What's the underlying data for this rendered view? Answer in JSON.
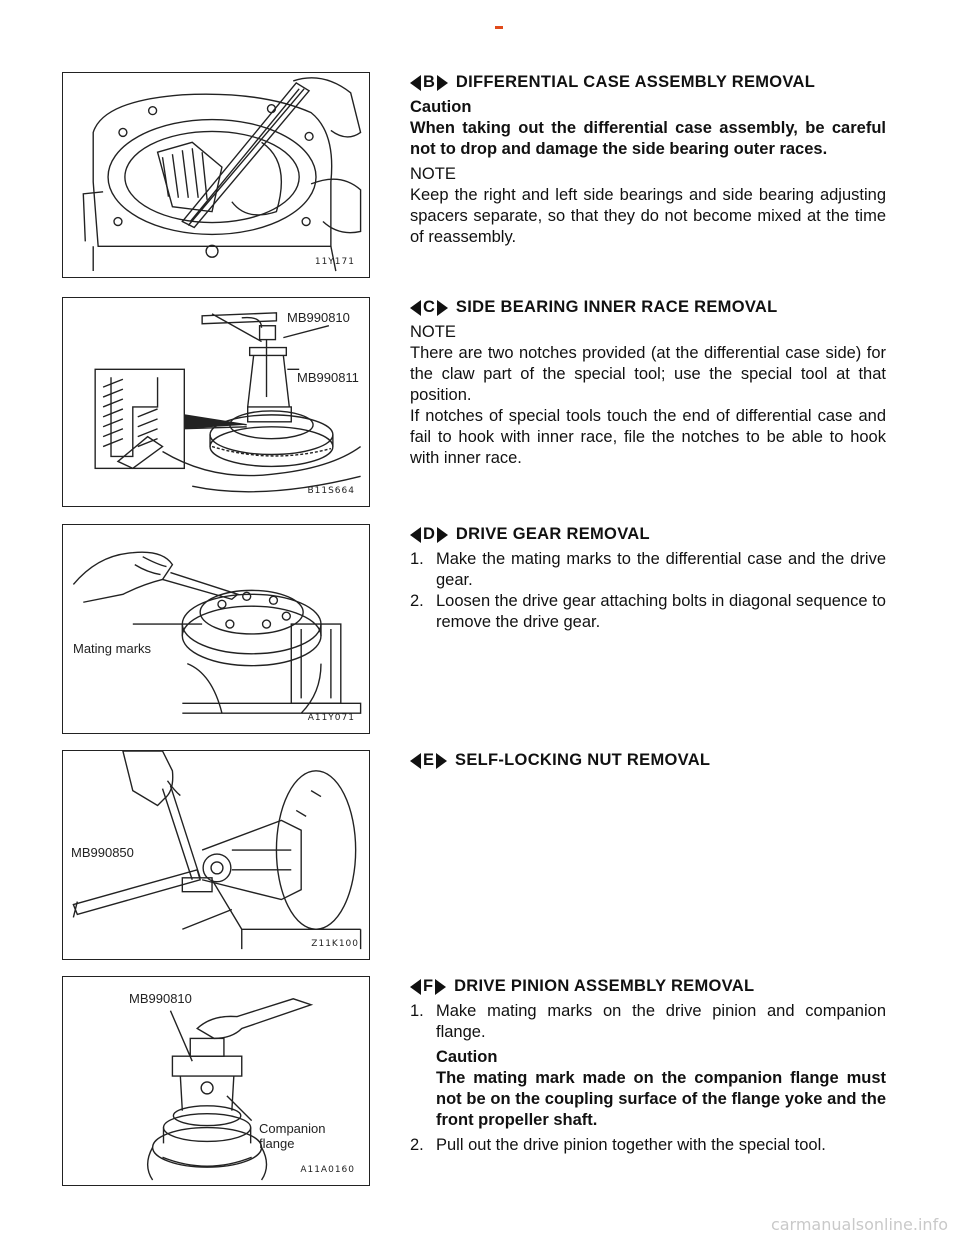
{
  "sections": [
    {
      "letter": "B",
      "title": "DIFFERENTIAL CASE ASSEMBLY REMOVAL",
      "caution_label": "Caution",
      "caution_text": "When taking out the differential case assembly, be careful not to drop and damage the side bearing outer races.",
      "note_label": "NOTE",
      "note_text": "Keep the right and left side bearings and side bearing adjusting spacers separate, so that they do not become mixed at the time of reassembly.",
      "figure": {
        "code": "11Y171"
      }
    },
    {
      "letter": "C",
      "title": "SIDE BEARING INNER RACE REMOVAL",
      "note_label": "NOTE",
      "note_text": "There are two notches provided (at the differential case side) for the claw part of the special tool; use the special tool at that position.",
      "note_text2": "If notches of special tools touch the end of differential case and fail to hook with inner race, file the notches to be able to hook with inner race.",
      "figure": {
        "code": "B11S664",
        "label1": "MB990810",
        "label2": "MB990811"
      }
    },
    {
      "letter": "D",
      "title": "DRIVE GEAR REMOVAL",
      "steps": [
        {
          "num": "1.",
          "text": "Make the mating marks to the differential case and the drive gear."
        },
        {
          "num": "2.",
          "text": "Loosen the drive gear attaching bolts in diagonal sequence to remove the drive gear."
        }
      ],
      "figure": {
        "code": "A11Y071",
        "label1": "Mating marks"
      }
    },
    {
      "letter": "E",
      "title": "SELF-LOCKING NUT REMOVAL",
      "figure": {
        "code": "Z11K100",
        "label1": "MB990850"
      }
    },
    {
      "letter": "F",
      "title": "DRIVE PINION ASSEMBLY REMOVAL",
      "steps": [
        {
          "num": "1.",
          "text": "Make mating marks on the drive pinion and companion flange."
        },
        {
          "num": "2.",
          "text": "Pull out the drive pinion together with the special tool."
        }
      ],
      "caution_label": "Caution",
      "caution_text": "The mating mark made on the companion flange must not be on the coupling surface of the flange yoke and the front propeller shaft.",
      "figure": {
        "code": "A11A0160",
        "label1": "MB990810",
        "label2": "Companion",
        "label3": "flange"
      }
    }
  ],
  "footer": {
    "watermark": "carmanualsonline.info"
  },
  "colors": {
    "accent": "#e04a1b",
    "ink": "#111111",
    "watermark": "#c9c9c9"
  }
}
